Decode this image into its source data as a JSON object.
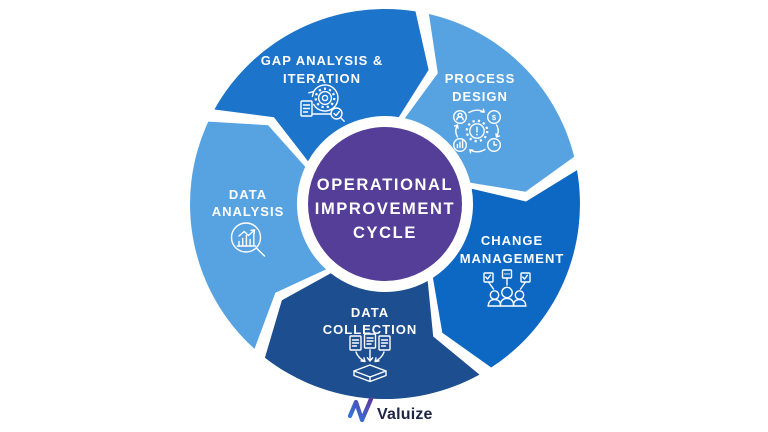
{
  "diagram": {
    "center": {
      "line1": "OPERATIONAL",
      "line2": "IMPROVEMENT",
      "line3": "CYCLE",
      "color": "#553e97",
      "text_color": "#ffffff"
    },
    "segments": [
      {
        "id": "gap-analysis-iteration",
        "label_line1": "GAP ANALYSIS &",
        "label_line2": "ITERATION",
        "color": "#1c74cb",
        "start": 295,
        "end": 369,
        "icon": "iteration-gear-audit-icon"
      },
      {
        "id": "process-design",
        "label_line1": "PROCESS",
        "label_line2": "DESIGN",
        "color": "#57a3e2",
        "start": 9,
        "end": 76,
        "icon": "process-gear-network-icon"
      },
      {
        "id": "change-management",
        "label_line1": "CHANGE",
        "label_line2": "MANAGEMENT",
        "color": "#0d68c4",
        "start": 76,
        "end": 147,
        "icon": "team-approval-icon"
      },
      {
        "id": "data-collection",
        "label_line1": "DATA",
        "label_line2": "COLLECTION",
        "color": "#1d4f90",
        "start": 147,
        "end": 218,
        "icon": "documents-to-storage-icon"
      },
      {
        "id": "data-analysis",
        "label_line1": "DATA",
        "label_line2": "ANALYSIS",
        "color": "#57a3e2",
        "start": 218,
        "end": 295,
        "icon": "magnifier-bar-chart-icon"
      }
    ]
  },
  "footer": {
    "logo_text": "Valuize",
    "logo_text_color": "#1e2444",
    "logo_icon_blue": "#2f7ade",
    "logo_icon_purple": "#5c3aa1"
  }
}
